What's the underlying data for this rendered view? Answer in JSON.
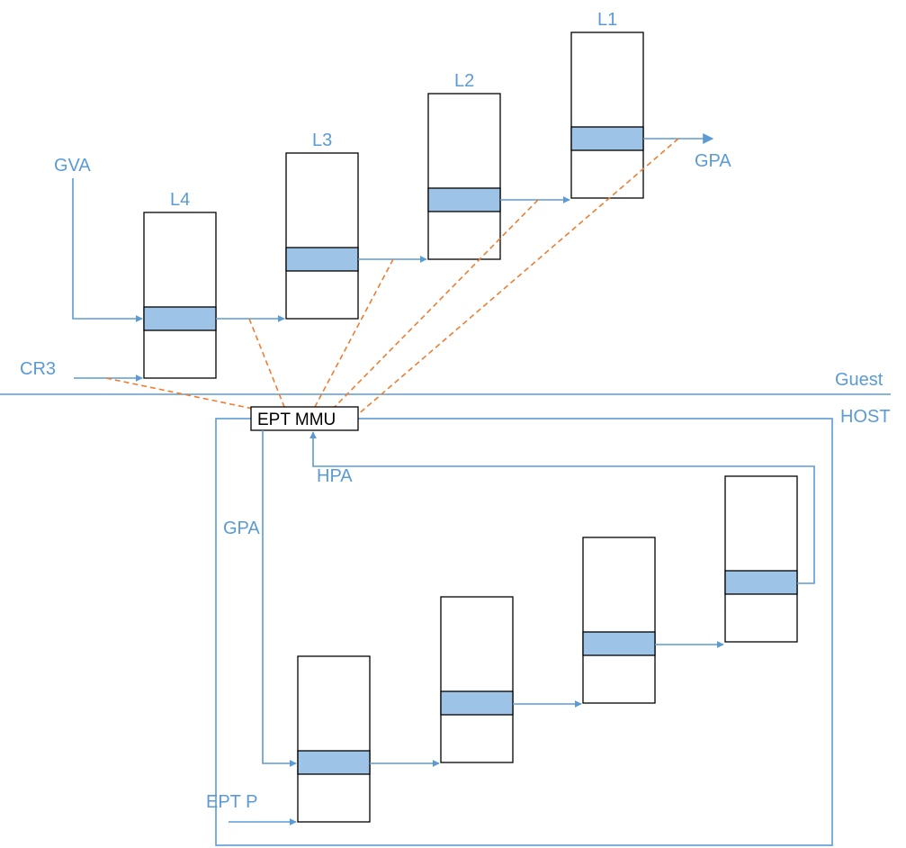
{
  "colors": {
    "arrow": "#5b9bd5",
    "dashed_link": "#ed7d31",
    "entry_fill": "#9dc3e6",
    "label": "#5b9bd5"
  },
  "guest": {
    "gva_label": "GVA",
    "cr3_label": "CR3",
    "gpa_out_label": "GPA",
    "region_label": "Guest",
    "tables": [
      "L4",
      "L3",
      "L2",
      "L1"
    ]
  },
  "host": {
    "region_label": "HOST",
    "mmu_label": "EPT MMU",
    "hpa_label": "HPA",
    "gpa_in_label": "GPA",
    "eptp_label": "EPT P"
  }
}
